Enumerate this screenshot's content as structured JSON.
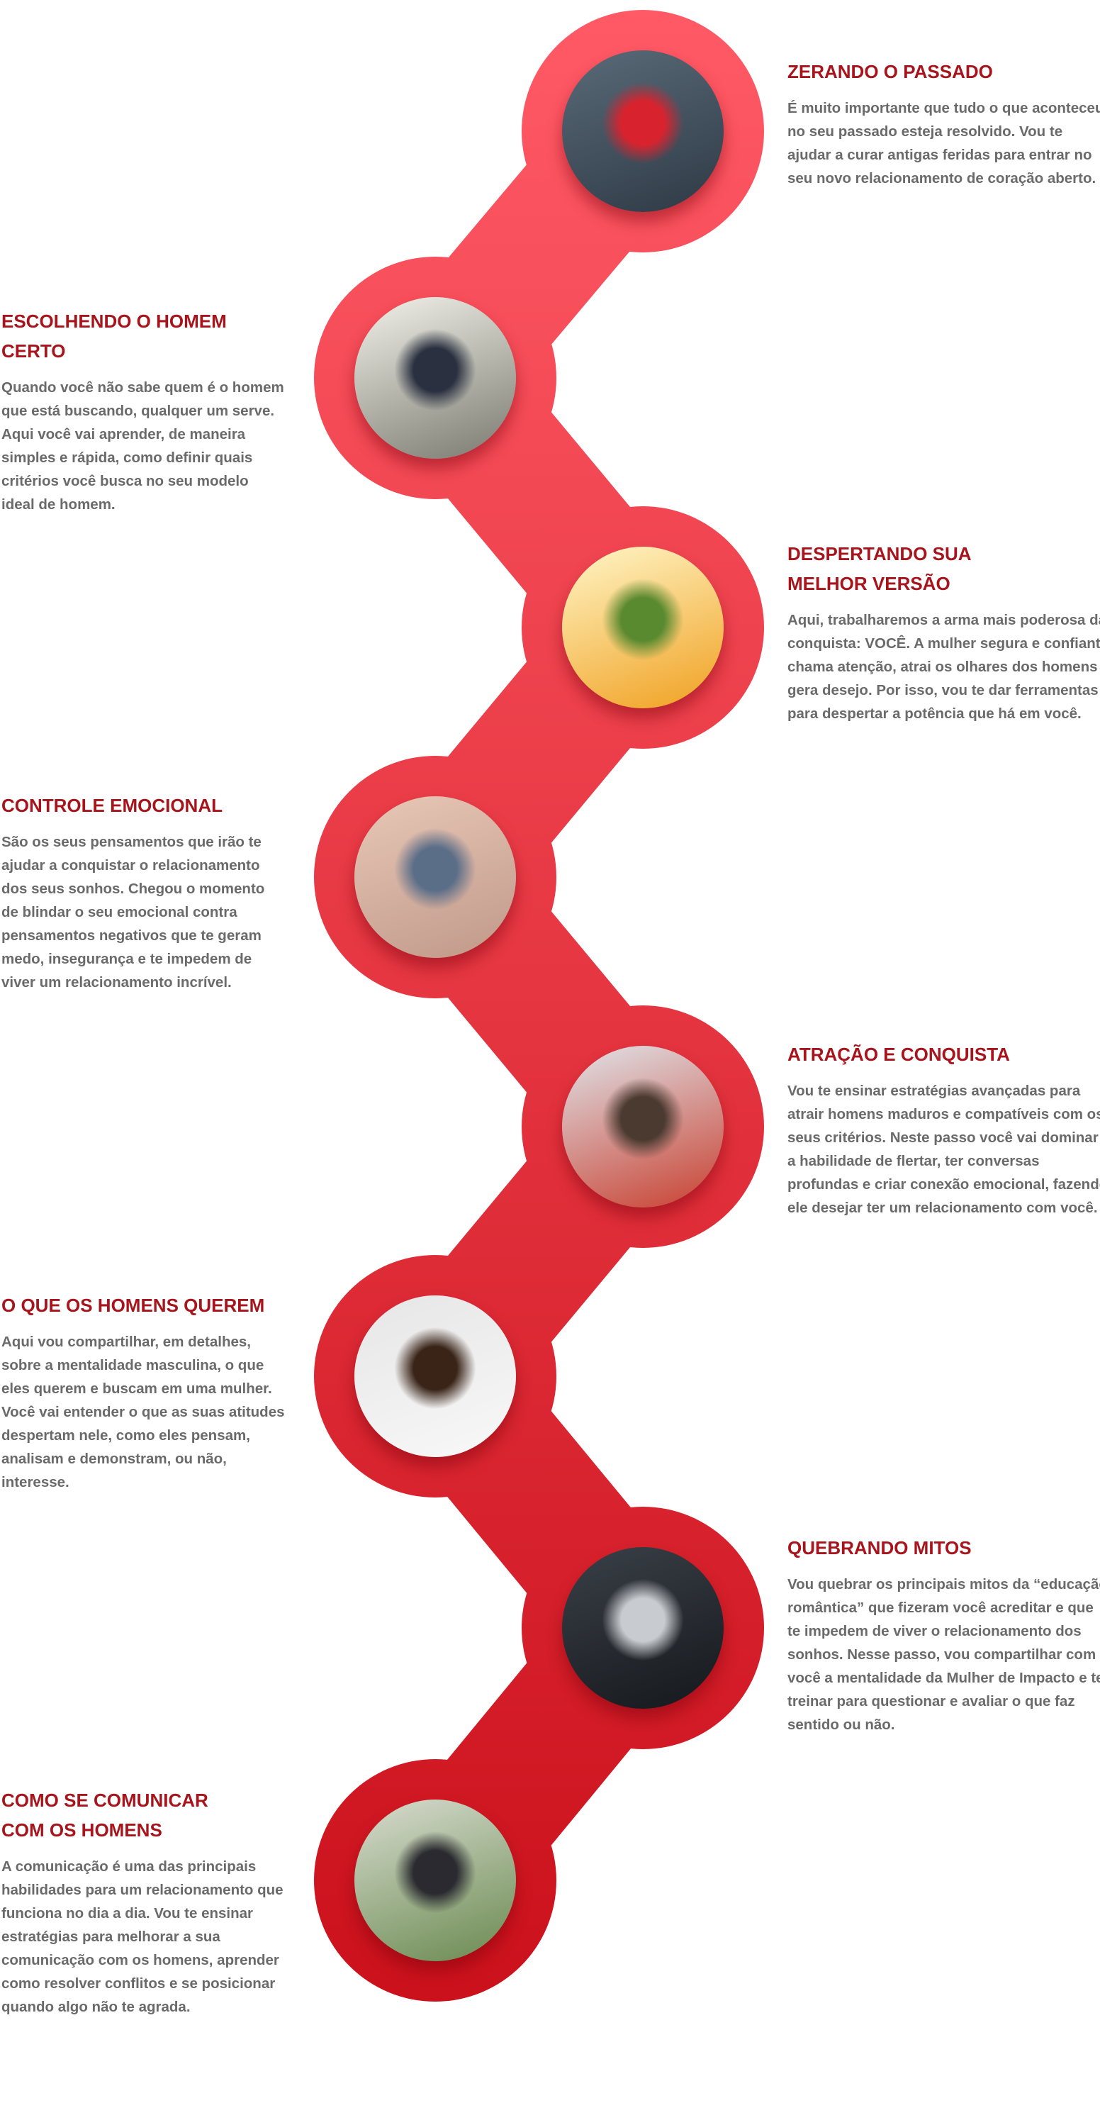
{
  "colors": {
    "band_top": "#ff5a66",
    "band_bottom": "#c80d18",
    "title": "#a8141c",
    "text": "#6a6a6a"
  },
  "steps": [
    {
      "title": "ZERANDO O PASSADO",
      "text": "É muito importante que tudo o que aconteceu no seu passado esteja resolvido. Vou te ajudar a curar antigas feridas para entrar no seu novo relacionamento de coração aberto.",
      "image": "broken-heart-photo",
      "photo_colors": [
        "#5a6a78",
        "#2e3a46",
        "#d8232e"
      ]
    },
    {
      "title": "ESCOLHENDO O HOMEM CERTO",
      "text": "Quando você não sabe quem é o homem que está buscando, qualquer um serve. Aqui você vai aprender, de maneira simples e rápida, como definir quais critérios você busca no seu modelo ideal de homem.",
      "image": "men-walking-photo",
      "photo_colors": [
        "#f2f2ea",
        "#7a7a70",
        "#2a3040"
      ]
    },
    {
      "title": "DESPERTANDO SUA\nMELHOR VERSÃO",
      "text": "Aqui, trabalharemos a arma mais poderosa da conquista: VOCÊ. A mulher segura e confiante chama atenção, atrai os olhares dos homens e gera desejo. Por isso, vou te dar ferramentas para despertar a potência que há em você.",
      "image": "woman-sunlight-photo",
      "photo_colors": [
        "#fff6c8",
        "#f0a020",
        "#5a8a30"
      ]
    },
    {
      "title": "CONTROLE EMOCIONAL",
      "text": "São os seus pensamentos que irão te ajudar a conquistar o relacionamento dos seus sonhos. Chegou o momento de blindar o seu emocional contra pensamentos negativos que te geram medo, insegurança e te impedem de viver um relacionamento incrível.",
      "image": "teary-eye-photo",
      "photo_colors": [
        "#e8c8b8",
        "#c09888",
        "#5a6e88"
      ]
    },
    {
      "title": "ATRAÇÃO E CONQUISTA",
      "text": "Vou te ensinar estratégias avançadas para atrair homens maduros e compatíveis com os seus critérios. Neste passo você vai dominar a habilidade de flertar, ter conversas profundas e criar conexão emocional, fazendo ele desejar ter um relacionamento com você.",
      "image": "couple-flirting-photo",
      "photo_colors": [
        "#e0e4ea",
        "#c84030",
        "#4a3a30"
      ]
    },
    {
      "title": "O QUE OS HOMENS QUEREM",
      "text": "Aqui vou compartilhar, em detalhes, sobre a mentalidade masculina, o que eles querem e buscam em uma mulher. Você vai entender o que as suas atitudes despertam nele, como eles pensam, analisam e demonstram, ou não, interesse.",
      "image": "thinking-man-photo",
      "photo_colors": [
        "#e6e6e6",
        "#f8f8f8",
        "#3a2418"
      ]
    },
    {
      "title": "QUEBRANDO MITOS",
      "text": "Vou quebrar os principais mitos da “educação romântica” que fizeram você acreditar e que te impedem de viver o relacionamento dos sonhos. Nesse passo, vou compartilhar com você a mentalidade da Mulher de Impacto e te treinar para questionar e avaliar o que faz sentido ou não.",
      "image": "woman-celebrating-photo",
      "photo_colors": [
        "#3a4048",
        "#15181c",
        "#c8ccd0"
      ]
    },
    {
      "title": "COMO SE COMUNICAR\nCOM OS HOMENS",
      "text": "A comunicação é uma das principais habilidades para um relacionamento que funciona no dia a dia. Vou te ensinar estratégias para melhorar a sua comunicação com os homens, aprender como resolver conflitos e se posicionar quando algo não te agrada.",
      "image": "students-talking-photo",
      "photo_colors": [
        "#d8dcd0",
        "#6a8a50",
        "#2a2a30"
      ]
    }
  ]
}
